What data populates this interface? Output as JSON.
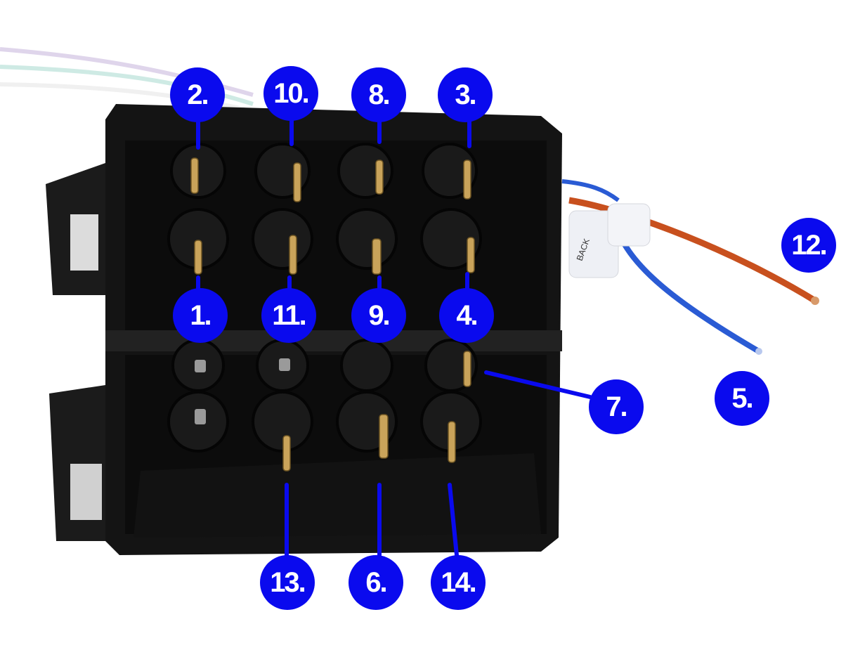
{
  "image": {
    "subject": "car-radio-iso-connector",
    "label_color": "#0a0aee",
    "label_text_color": "#ffffff",
    "connector_color": "#141414",
    "pin_color": "#c9a35a"
  },
  "pin_labels": [
    "1.",
    "2.",
    "3.",
    "4.",
    "5.",
    "6.",
    "7.",
    "8.",
    "9.",
    "10.",
    "11.",
    "12.",
    "13.",
    "14."
  ],
  "wires": [
    {
      "id": "wire-12",
      "color": "#c8501e"
    },
    {
      "id": "wire-5",
      "color": "#2a5bd4"
    }
  ],
  "sticker_texts": [
    "BACK"
  ]
}
